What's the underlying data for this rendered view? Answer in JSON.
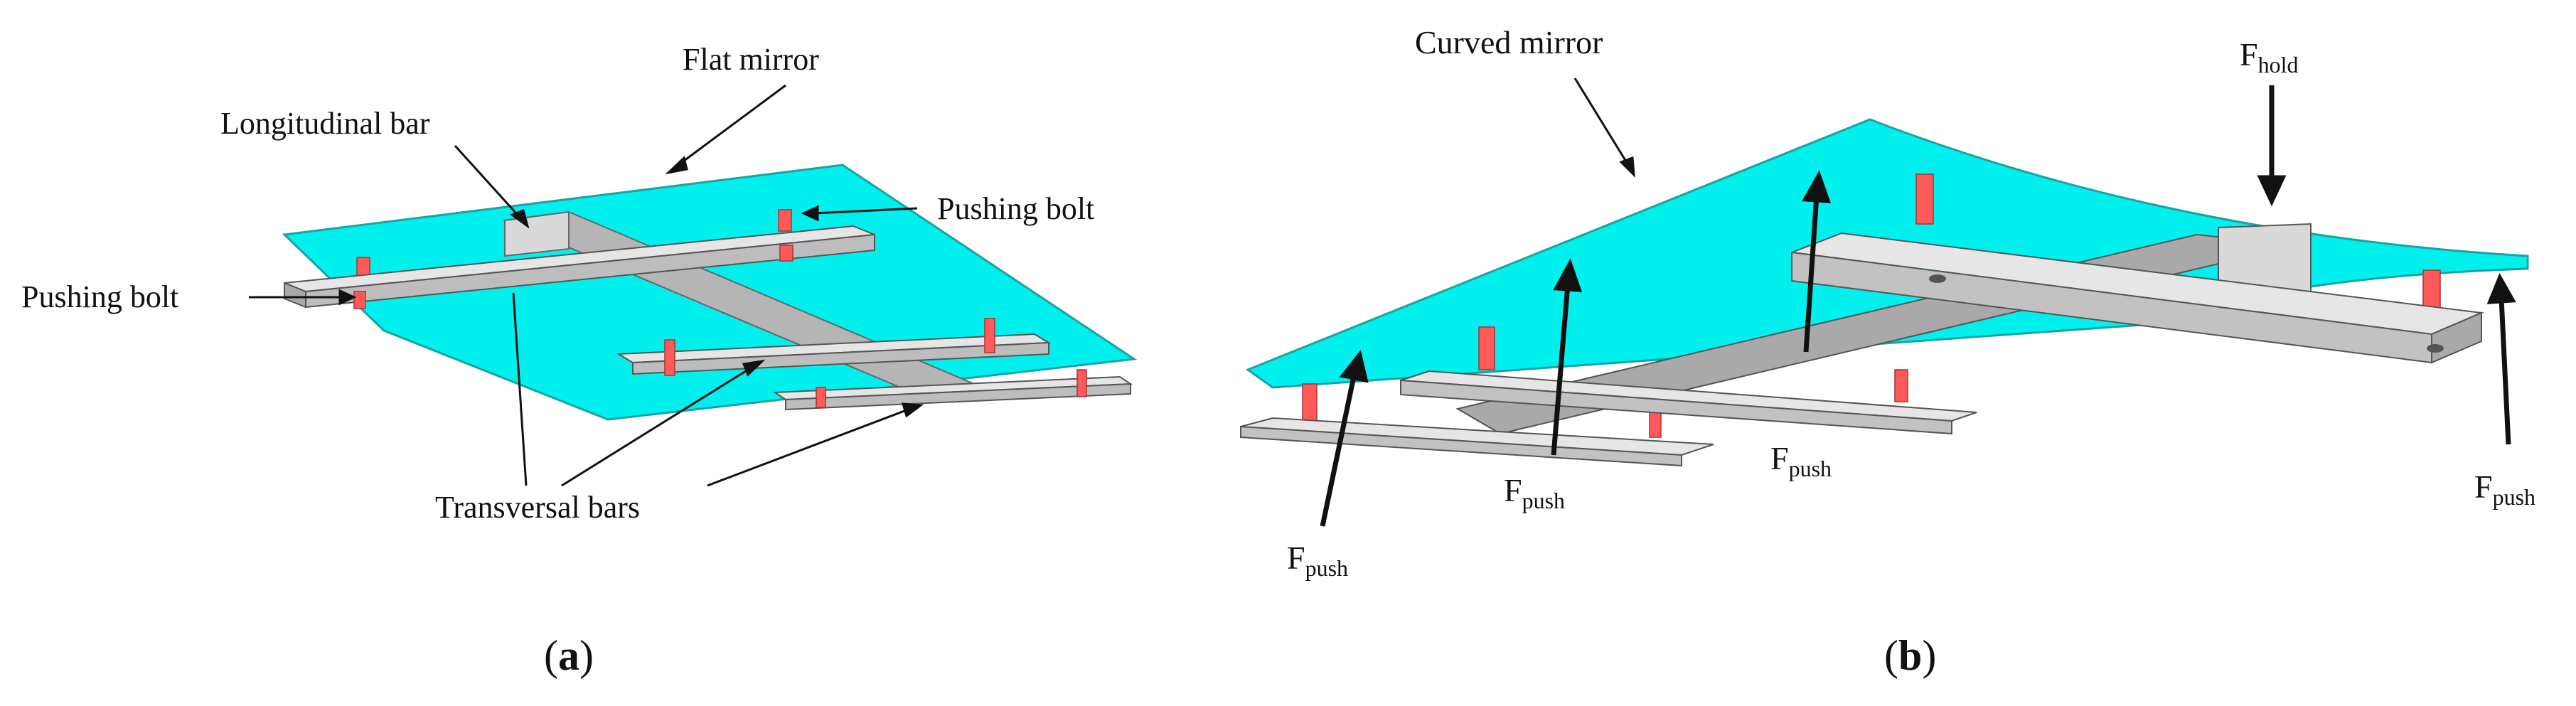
{
  "panel_a": {
    "caption_open": "(",
    "caption_letter": "a",
    "caption_close": ")",
    "labels": {
      "flat_mirror": "Flat mirror",
      "longitudinal_bar": "Longitudinal bar",
      "pushing_bolt_right": "Pushing bolt",
      "pushing_bolt_left": "Pushing bolt",
      "transversal_bars": "Transversal bars"
    }
  },
  "panel_b": {
    "caption_open": "(",
    "caption_letter": "b",
    "caption_close": ")",
    "labels": {
      "curved_mirror": "Curved mirror",
      "hold_main": "F",
      "hold_sub": "hold",
      "push_main": "F",
      "push_sub": "push"
    }
  },
  "colors": {
    "mirror": "#00f0ee",
    "mirror_edge": "#1aa3a3",
    "bar_top": "#d9d9d9",
    "bar_side": "#a9a9a9",
    "bolt": "#ff5a5a"
  }
}
